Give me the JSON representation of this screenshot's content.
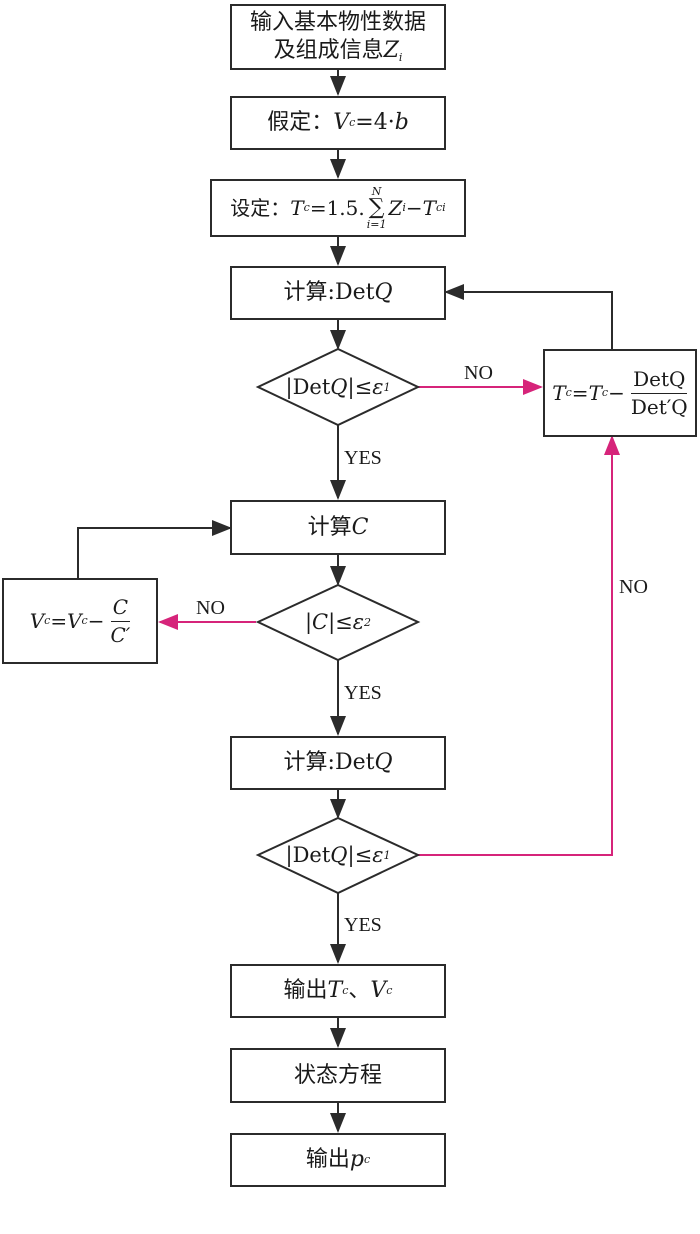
{
  "nodes": {
    "input": {
      "line1": "输入基本物性数据",
      "line2_prefix": "及组成信息",
      "var": "Z",
      "sub": "i"
    },
    "assume": {
      "prefix": "假定：",
      "var": "V",
      "sub": "c",
      "rest": "=4·",
      "b": "b"
    },
    "set": {
      "prefix": "设定：",
      "var": "T",
      "sub": "c",
      "eq": "=1.5. ",
      "sum_top": "N",
      "sum_sign": "∑",
      "sum_bot": "i=1",
      "z": "Z",
      "z_sub": "i",
      "minus": "−",
      "t": "T",
      "t_sub": "ci"
    },
    "calc1": {
      "prefix": "计算:",
      "det": "Det",
      "q": "Q"
    },
    "diamond1": {
      "text_a": "|Det",
      "q": "Q",
      "text_b": "|≤ ",
      "eps": "ε",
      "eps_sub": "1"
    },
    "update_t": {
      "t": "T",
      "t_sub": "c",
      "eq": "=",
      "t2": "T",
      "t2_sub": "c",
      "minus": "− ",
      "num": "DetQ",
      "den": "Det′Q"
    },
    "calc_c": {
      "prefix": "计算",
      "c": "C"
    },
    "diamond2": {
      "text_a": "|",
      "c": "C",
      "text_b": "|≤",
      "eps": "ε",
      "eps_sub": "2"
    },
    "update_v": {
      "v": "V",
      "v_sub": "c",
      "eq": "=",
      "v2": "V",
      "v2_sub": "c",
      "minus": "− ",
      "num": "C",
      "den": "C′"
    },
    "calc2": {
      "prefix": "计算:",
      "det": "Det",
      "q": "Q"
    },
    "diamond3": {
      "text_a": "|Det",
      "q": "Q",
      "text_b": "|≤",
      "eps": "ε",
      "eps_sub": "1"
    },
    "output_tv": {
      "prefix": "输出",
      "t": "T",
      "t_sub": "c",
      "sep": "、",
      "v": "V",
      "v_sub": "c"
    },
    "eos": {
      "text": "状态方程"
    },
    "output_p": {
      "prefix": "输出",
      "p": "p",
      "p_sub": "c"
    }
  },
  "edge_labels": {
    "no1": "NO",
    "yes1": "YES",
    "no2": "NO",
    "yes2": "YES",
    "no3": "NO",
    "yes3": "YES"
  },
  "colors": {
    "line": "#2b2b2b",
    "no_line": "#d6247a"
  }
}
